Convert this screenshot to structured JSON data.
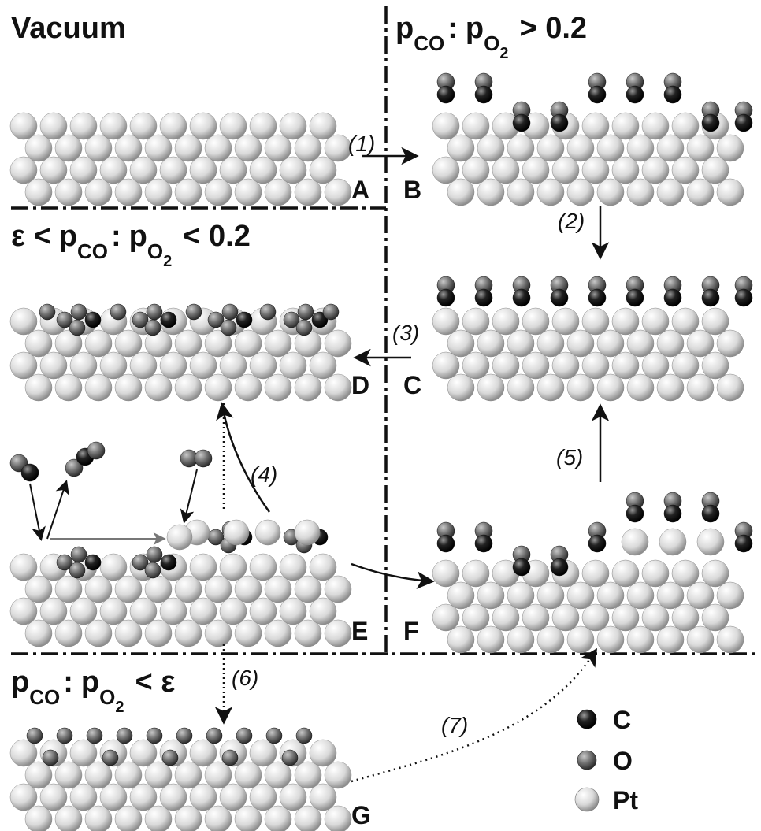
{
  "regions": {
    "vacuum": {
      "title": "Vacuum"
    },
    "high": {
      "p1": "p",
      "s1": "CO",
      "colon": ":",
      "p2": "p",
      "s2": "O",
      "s3": "2",
      "rest": "> 0.2"
    },
    "mid": {
      "eps": "ε <",
      "p1": "p",
      "s1": "CO",
      "colon": ":",
      "p2": "p",
      "s2": "O",
      "s3": "2",
      "rest": "< 0.2"
    },
    "low": {
      "p1": "p",
      "s1": "CO",
      "colon": ":",
      "p2": "p",
      "s2": "O",
      "s3": "2",
      "rest": "< ε"
    }
  },
  "panels": [
    "A",
    "B",
    "C",
    "D",
    "E",
    "F",
    "G"
  ],
  "steps": [
    "(1)",
    "(2)",
    "(3)",
    "(4)",
    "(5)",
    "(6)",
    "(7)"
  ],
  "legend": [
    {
      "label": "C",
      "color": "#1a1a1a"
    },
    {
      "label": "O",
      "color": "#6e6e6e"
    },
    {
      "label": "Pt",
      "color": "#e2e2e2"
    }
  ]
}
